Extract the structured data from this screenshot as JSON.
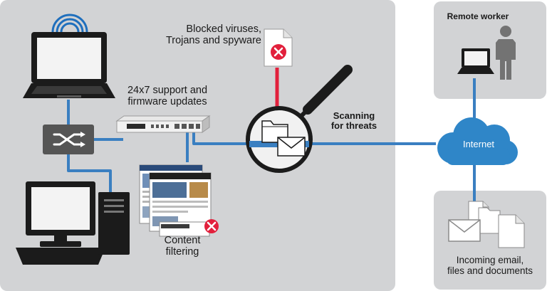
{
  "labels": {
    "blocked": [
      "Blocked viruses,",
      "Trojans and spyware"
    ],
    "support": [
      "24x7 support and",
      "firmware updates"
    ],
    "scanning": [
      "Scanning",
      "for threats"
    ],
    "content_filtering": [
      "Content",
      "filtering"
    ],
    "remote_worker": "Remote worker",
    "internet": "Internet",
    "incoming": [
      "Incoming email,",
      "files and documents"
    ]
  },
  "icons": {
    "wifi": "wifi-icon",
    "laptop": "laptop-icon",
    "switch": "network-switch-icon",
    "desktop": "desktop-computer-icon",
    "appliance": "firewall-appliance-icon",
    "web_pages": "web-pages-icon",
    "blocked_file": "blocked-file-icon",
    "magnifier": "magnifying-glass-icon",
    "envelope": "envelope-icon",
    "folder": "folder-icon",
    "cloud": "cloud-icon",
    "person": "person-icon",
    "document": "document-icon"
  },
  "colors": {
    "panel": "#d2d3d5",
    "network_line": "#3a7fc1",
    "threat_line": "#e2203c",
    "cloud": "#2f86c8",
    "dark": "#1b1b1b",
    "blocked": "#e2203c"
  }
}
